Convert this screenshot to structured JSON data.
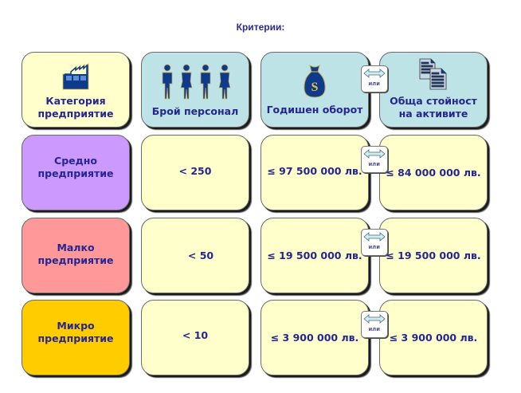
{
  "title": "Критерии:",
  "headers": [
    {
      "label_line1": "Категория",
      "label_line2": "предприятие",
      "icon": "factory-icon"
    },
    {
      "label_line1": "Брой персонал",
      "label_line2": "",
      "icon": "people-icon"
    },
    {
      "label_line1": "Годишен оборот",
      "label_line2": "",
      "icon": "money-bag-icon"
    },
    {
      "label_line1": "Обща стойност",
      "label_line2": "на активите",
      "icon": "documents-icon"
    }
  ],
  "connector_label": "или",
  "rows": [
    {
      "category_line1": "Средно",
      "category_line2": "предприятие",
      "color": "#cc99ff",
      "staff": "< 250",
      "turnover": "≤ 97 500 000 лв.",
      "assets": "≤ 84 000 000 лв."
    },
    {
      "category_line1": "Малко",
      "category_line2": "предприятие",
      "color": "#ff9999",
      "staff": "< 50",
      "turnover": "≤ 19 500 000 лв.",
      "assets": "≤ 19 500 000 лв."
    },
    {
      "category_line1": "Микро",
      "category_line2": "предприятие",
      "color": "#ffcc00",
      "staff": "< 10",
      "turnover": "≤ 3 900 000 лв.",
      "assets": "≤ 3 900 000 лв."
    }
  ],
  "colors": {
    "header_category": "#ffffcc",
    "header_criteria": "#bde3e6",
    "value_cells": "#ffffcc",
    "text": "#262690",
    "icon": "#0d3a8c"
  }
}
